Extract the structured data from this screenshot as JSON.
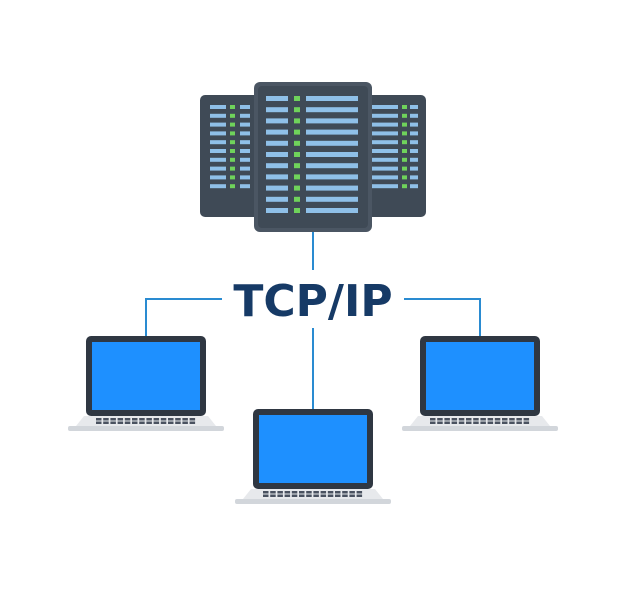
{
  "diagram": {
    "label": "TCP/IP",
    "nodes": [
      {
        "id": "server-rack",
        "kind": "server"
      },
      {
        "id": "laptop-left",
        "kind": "laptop"
      },
      {
        "id": "laptop-center",
        "kind": "laptop"
      },
      {
        "id": "laptop-right",
        "kind": "laptop"
      }
    ],
    "edges": [
      {
        "from": "server-rack",
        "to": "laptop-left"
      },
      {
        "from": "server-rack",
        "to": "laptop-center"
      },
      {
        "from": "server-rack",
        "to": "laptop-right"
      }
    ],
    "colors": {
      "line": "#2a8bd1",
      "label": "#163a66",
      "server_body": "#3f4a56",
      "server_center": "#4b5663",
      "server_led": "#6fd35b",
      "server_slot": "#8fc0e8",
      "screen": "#1e90ff",
      "laptop_frame": "#2f3742",
      "laptop_base": "#e7e9ec"
    }
  }
}
